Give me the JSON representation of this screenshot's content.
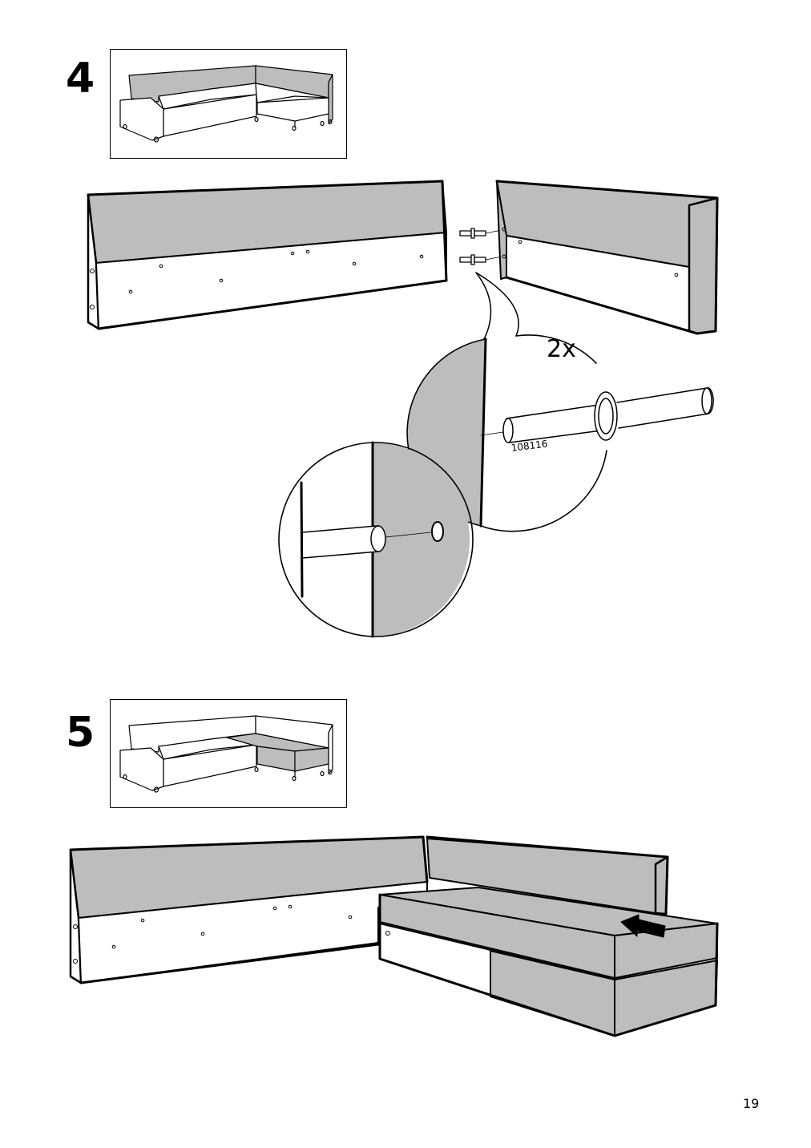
{
  "steps": [
    {
      "number": "4"
    },
    {
      "number": "5"
    }
  ],
  "callout": {
    "quantity": "2x",
    "part_number": "108116"
  },
  "page_number": "19",
  "colors": {
    "fabric_gray": "#bdbdbd",
    "line": "#000000",
    "background": "#ffffff"
  }
}
